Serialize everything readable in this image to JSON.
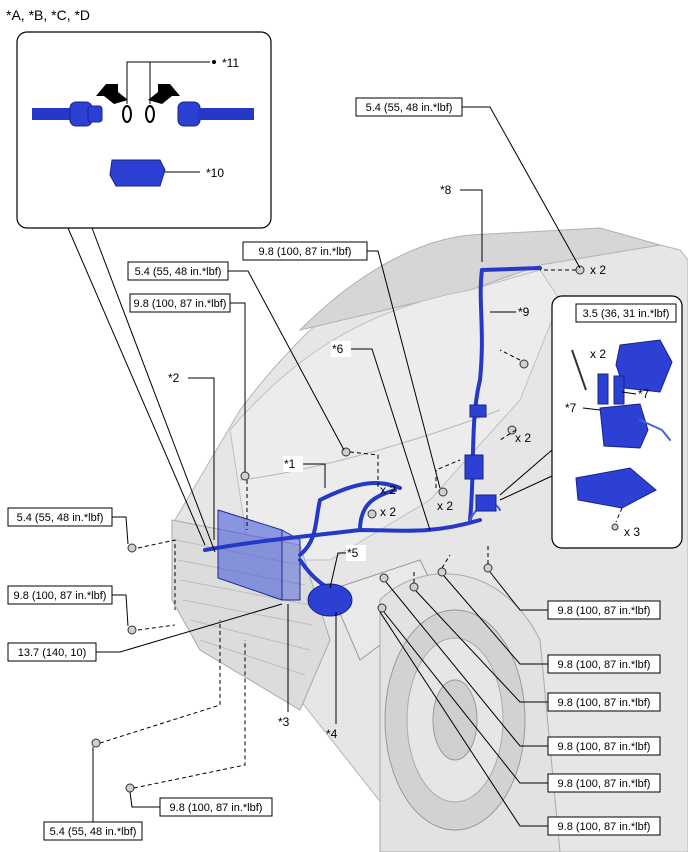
{
  "header": {
    "variants": "*A, *B, *C, *D"
  },
  "inset_top": {
    "o_ring_label": "*11",
    "connector_label": "*10"
  },
  "inset_right": {
    "torque": "3.5 (36, 31 in.*lbf)",
    "qty_bolt": "x 2",
    "label_7a": "*7",
    "label_7b": "*7",
    "qty_screw": "x 3"
  },
  "torques": {
    "t1": "5.4 (55, 48 in.*lbf)",
    "t2": "9.8 (100, 87 in.*lbf)",
    "t3": "5.4 (55, 48 in.*lbf)",
    "t4": "9.8 (100, 87 in.*lbf)",
    "t5": "5.4 (55, 48 in.*lbf)",
    "t6": "9.8 (100, 87 in.*lbf)",
    "t7": "13.7 (140, 10)",
    "t8": "9.8 (100, 87 in.*lbf)",
    "t9": "9.8 (100, 87 in.*lbf)",
    "t10": "9.8 (100, 87 in.*lbf)",
    "t11": "9.8 (100, 87 in.*lbf)",
    "t12": "9.8 (100, 87 in.*lbf)",
    "t13": "9.8 (100, 87 in.*lbf)",
    "t14": "9.8 (100, 87 in.*lbf)",
    "t15": "5.4 (55, 48 in.*lbf)"
  },
  "callouts": {
    "c1": "*1",
    "c2": "*2",
    "c3": "*3",
    "c4": "*4",
    "c5": "*5",
    "c6": "*6",
    "c8": "*8",
    "c9": "*9"
  },
  "quantities": {
    "q_top": "x 2",
    "q_hose_bolt": "x 2",
    "q_center": "x 2",
    "q_x2_left": "x 2",
    "q_x2_mid": "x 2"
  }
}
